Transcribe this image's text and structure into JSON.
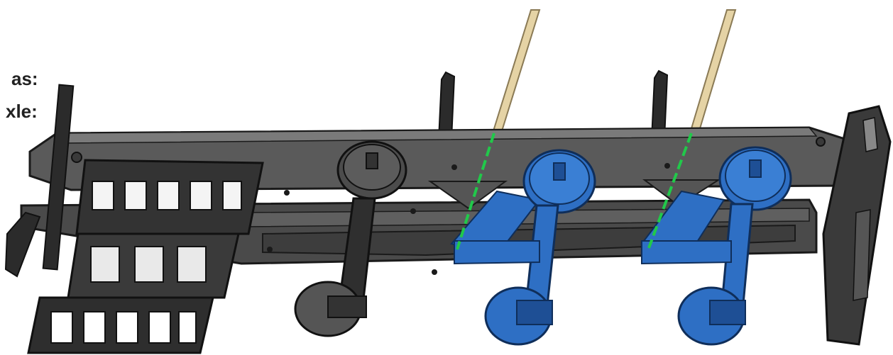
{
  "captions": {
    "line1": "as:",
    "line2": "xle:"
  },
  "colors": {
    "frame": "#4a4a4a",
    "frame_dark": "#2b2b2b",
    "frame_edge": "#1a1a1a",
    "actuator_blue": "#2e6fc4",
    "actuator_blue_dark": "#1e4f95",
    "rod_tan": "#e5d3a5",
    "guide_green": "#21c94a"
  },
  "parts": [
    "main-frame-beam",
    "left-ladder-assembly",
    "grey-wheel-assembly",
    "blue-wheel-assembly-1",
    "blue-wheel-assembly-2",
    "tan-rod-1",
    "tan-rod-2",
    "right-end-plate"
  ]
}
